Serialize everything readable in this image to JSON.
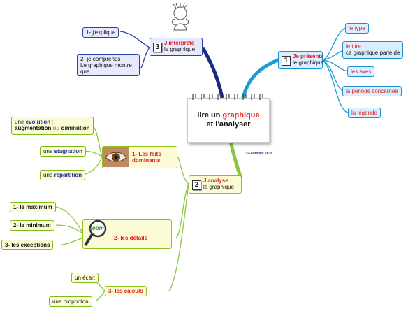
{
  "center": {
    "line1a": "lire un ",
    "line1b": "graphique",
    "line2": "et l'analyser"
  },
  "copyright": "©Fantadys 2018",
  "branch1": {
    "num": "1",
    "title": "Je présente",
    "sub": "le graphique",
    "items": [
      {
        "label": "le type"
      },
      {
        "label": "le titre",
        "sub": "ce graphique parle de"
      },
      {
        "label": "les axes"
      },
      {
        "label": "la période concernée"
      },
      {
        "label": "la légende"
      }
    ]
  },
  "branch3": {
    "num": "3",
    "title": "J'interprète",
    "sub": "le graphique",
    "items": [
      {
        "label": "1- j'explique"
      },
      {
        "label": "2- je comprends",
        "sub1": "Le graphique montre",
        "sub2": "que"
      }
    ]
  },
  "branch2": {
    "num": "2",
    "title": "J'analyse",
    "sub": "le graphique",
    "faits": {
      "title1": "1- Les faits",
      "title2": "dominants",
      "evo": {
        "a": "une ",
        "b": "évolution",
        ":": " :",
        "c": "augmentation ",
        "d": "ou",
        "e": " diminution"
      },
      "stag": {
        "a": "une ",
        "b": "stagnation"
      },
      "rep": {
        "a": "une ",
        "b": "répartition"
      }
    },
    "details": {
      "title": "2- les détails",
      "zoom": "Zoom",
      "items": [
        "1- le maximum",
        "2- le minimum",
        "3- les exceptions"
      ]
    },
    "calculs": {
      "title": "3- les calculs",
      "items": [
        "un écart",
        "une proportion"
      ]
    }
  }
}
